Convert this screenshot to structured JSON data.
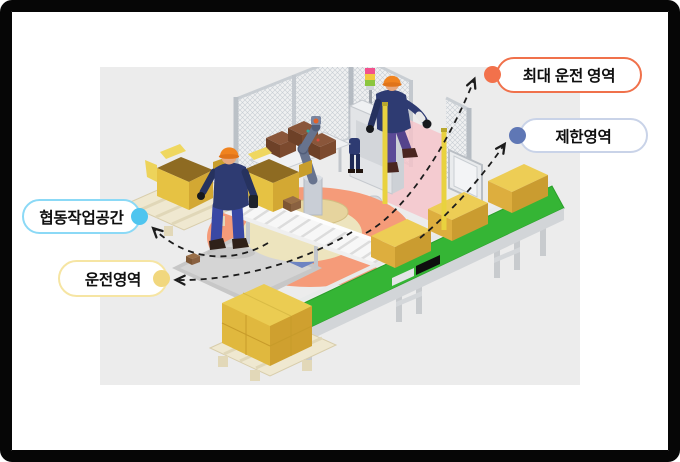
{
  "callouts": [
    {
      "id": "max-operating-area",
      "label": "최대 운전 영역",
      "dot_color": "#F2714B",
      "border_color": "#F0714B"
    },
    {
      "id": "restricted-area",
      "label": "제한영역",
      "dot_color": "#5F77B5",
      "border_color": "#C9D3E8"
    },
    {
      "id": "collaborative-workspace",
      "label": "협동작업공간",
      "dot_color": "#4FC5EF",
      "border_color": "#8BD9F6"
    },
    {
      "id": "operating-area",
      "label": "운전영역",
      "dot_color": "#F1D77E",
      "border_color": "#F6E5A3"
    }
  ],
  "scene": {
    "panel_bg": "#ECECEC",
    "zones": {
      "max_operating_area_fill": "#F59B79",
      "restricted_area_fill": "#F6C3C9",
      "collaborative_workspace_fill": "#6E84C2",
      "collaborative_workspace_band": "#AFC9E2",
      "operating_area_fill": "#EDE4BE"
    },
    "equipment_colors": {
      "conveyor_belt": "#35B535",
      "cardboard_box": "#E9C94F",
      "safety_fence": "#D7DBDF",
      "robot_arm": "#67738E",
      "worker_uniform": "#2E3B72",
      "helmet": "#F0831F",
      "light_curtain_post": "#E9D23F",
      "signal_tower_top": "#F2518C",
      "signal_tower_mid": "#F2C83D",
      "signal_tower_bottom": "#8CC63F"
    }
  }
}
